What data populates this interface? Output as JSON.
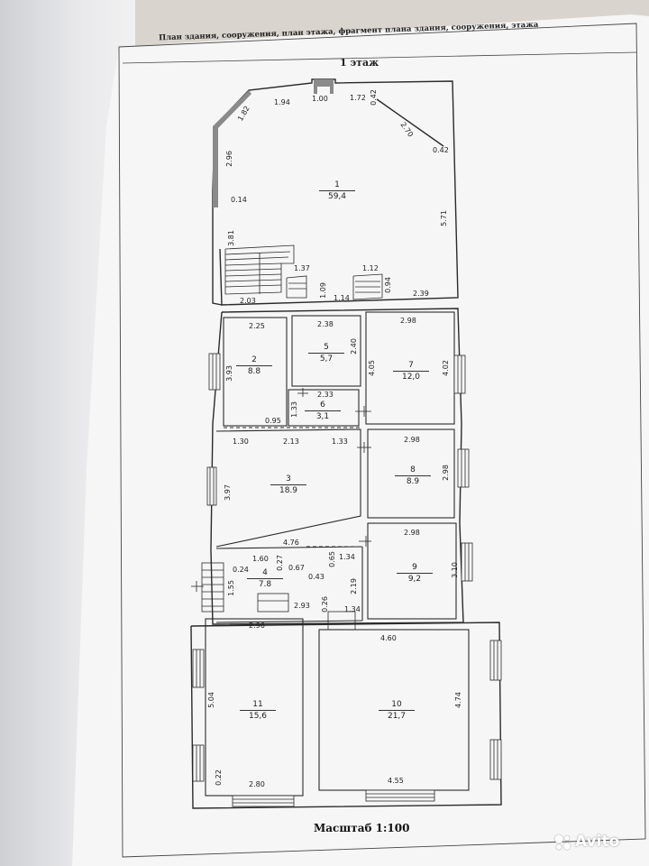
{
  "header": {
    "title": "План здания, сооружения, план этажа, фрагмент плана здания, сооружения, этажа",
    "floor": "1 этаж"
  },
  "footer": {
    "scale": "Масштаб 1:100"
  },
  "watermark": {
    "text": "Avito"
  },
  "rooms": {
    "r1": {
      "num": "1",
      "area": "59,4"
    },
    "r2": {
      "num": "2",
      "area": "8.8"
    },
    "r3": {
      "num": "3",
      "area": "18.9"
    },
    "r4": {
      "num": "4",
      "area": "7.8"
    },
    "r5": {
      "num": "5",
      "area": "5,7"
    },
    "r6": {
      "num": "6",
      "area": "3,1"
    },
    "r7": {
      "num": "7",
      "area": "12,0"
    },
    "r8": {
      "num": "8",
      "area": "8.9"
    },
    "r9": {
      "num": "9",
      "area": "9,2"
    },
    "r10": {
      "num": "10",
      "area": "21,7"
    },
    "r11": {
      "num": "11",
      "area": "15,6"
    }
  },
  "dims": {
    "d194": "1.94",
    "d100": "1.00",
    "d172": "1.72",
    "d042a": "0.42",
    "d270": "2.70",
    "d042b": "0.42",
    "d182": "1.82",
    "d296a": "2.96",
    "d014": "0.14",
    "d571": "5.71",
    "d381": "3.81",
    "d137": "1.37",
    "d112": "1.12",
    "d109": "1.09",
    "d094": "0.94",
    "d114": "1.14",
    "d239": "2.39",
    "d203": "2.03",
    "d225": "2.25",
    "d238": "2.38",
    "d298a": "2.98",
    "d393": "3.93",
    "d240": "2.40",
    "d405": "4.05",
    "d402": "4.02",
    "d233": "2.33",
    "d133a": "1.33",
    "d095": "0.95",
    "d130": "1.30",
    "d213": "2.13",
    "d133b": "1.33",
    "d298b": "2.98",
    "d298c": "2.98",
    "d397": "3.97",
    "d476": "4.76",
    "d298d": "2.98",
    "d160": "1.60",
    "d027": "0.27",
    "d065": "0.65",
    "d134a": "1.34",
    "d024": "0.24",
    "d067": "0.67",
    "d043": "0.43",
    "d310": "3.10",
    "d155": "1.55",
    "d219": "2.19",
    "d293": "2.93",
    "d026": "0.26",
    "d134b": "1.34",
    "d296b": "2.96",
    "d460": "4.60",
    "d504": "5.04",
    "d474": "4.74",
    "d022": "0.22",
    "d280": "2.80",
    "d455": "4.55"
  },
  "colors": {
    "paper": "#f6f6f7",
    "line": "#2a2a2a",
    "wall_fill": "#8a8a8a"
  },
  "icons": [
    "camera-icon"
  ]
}
